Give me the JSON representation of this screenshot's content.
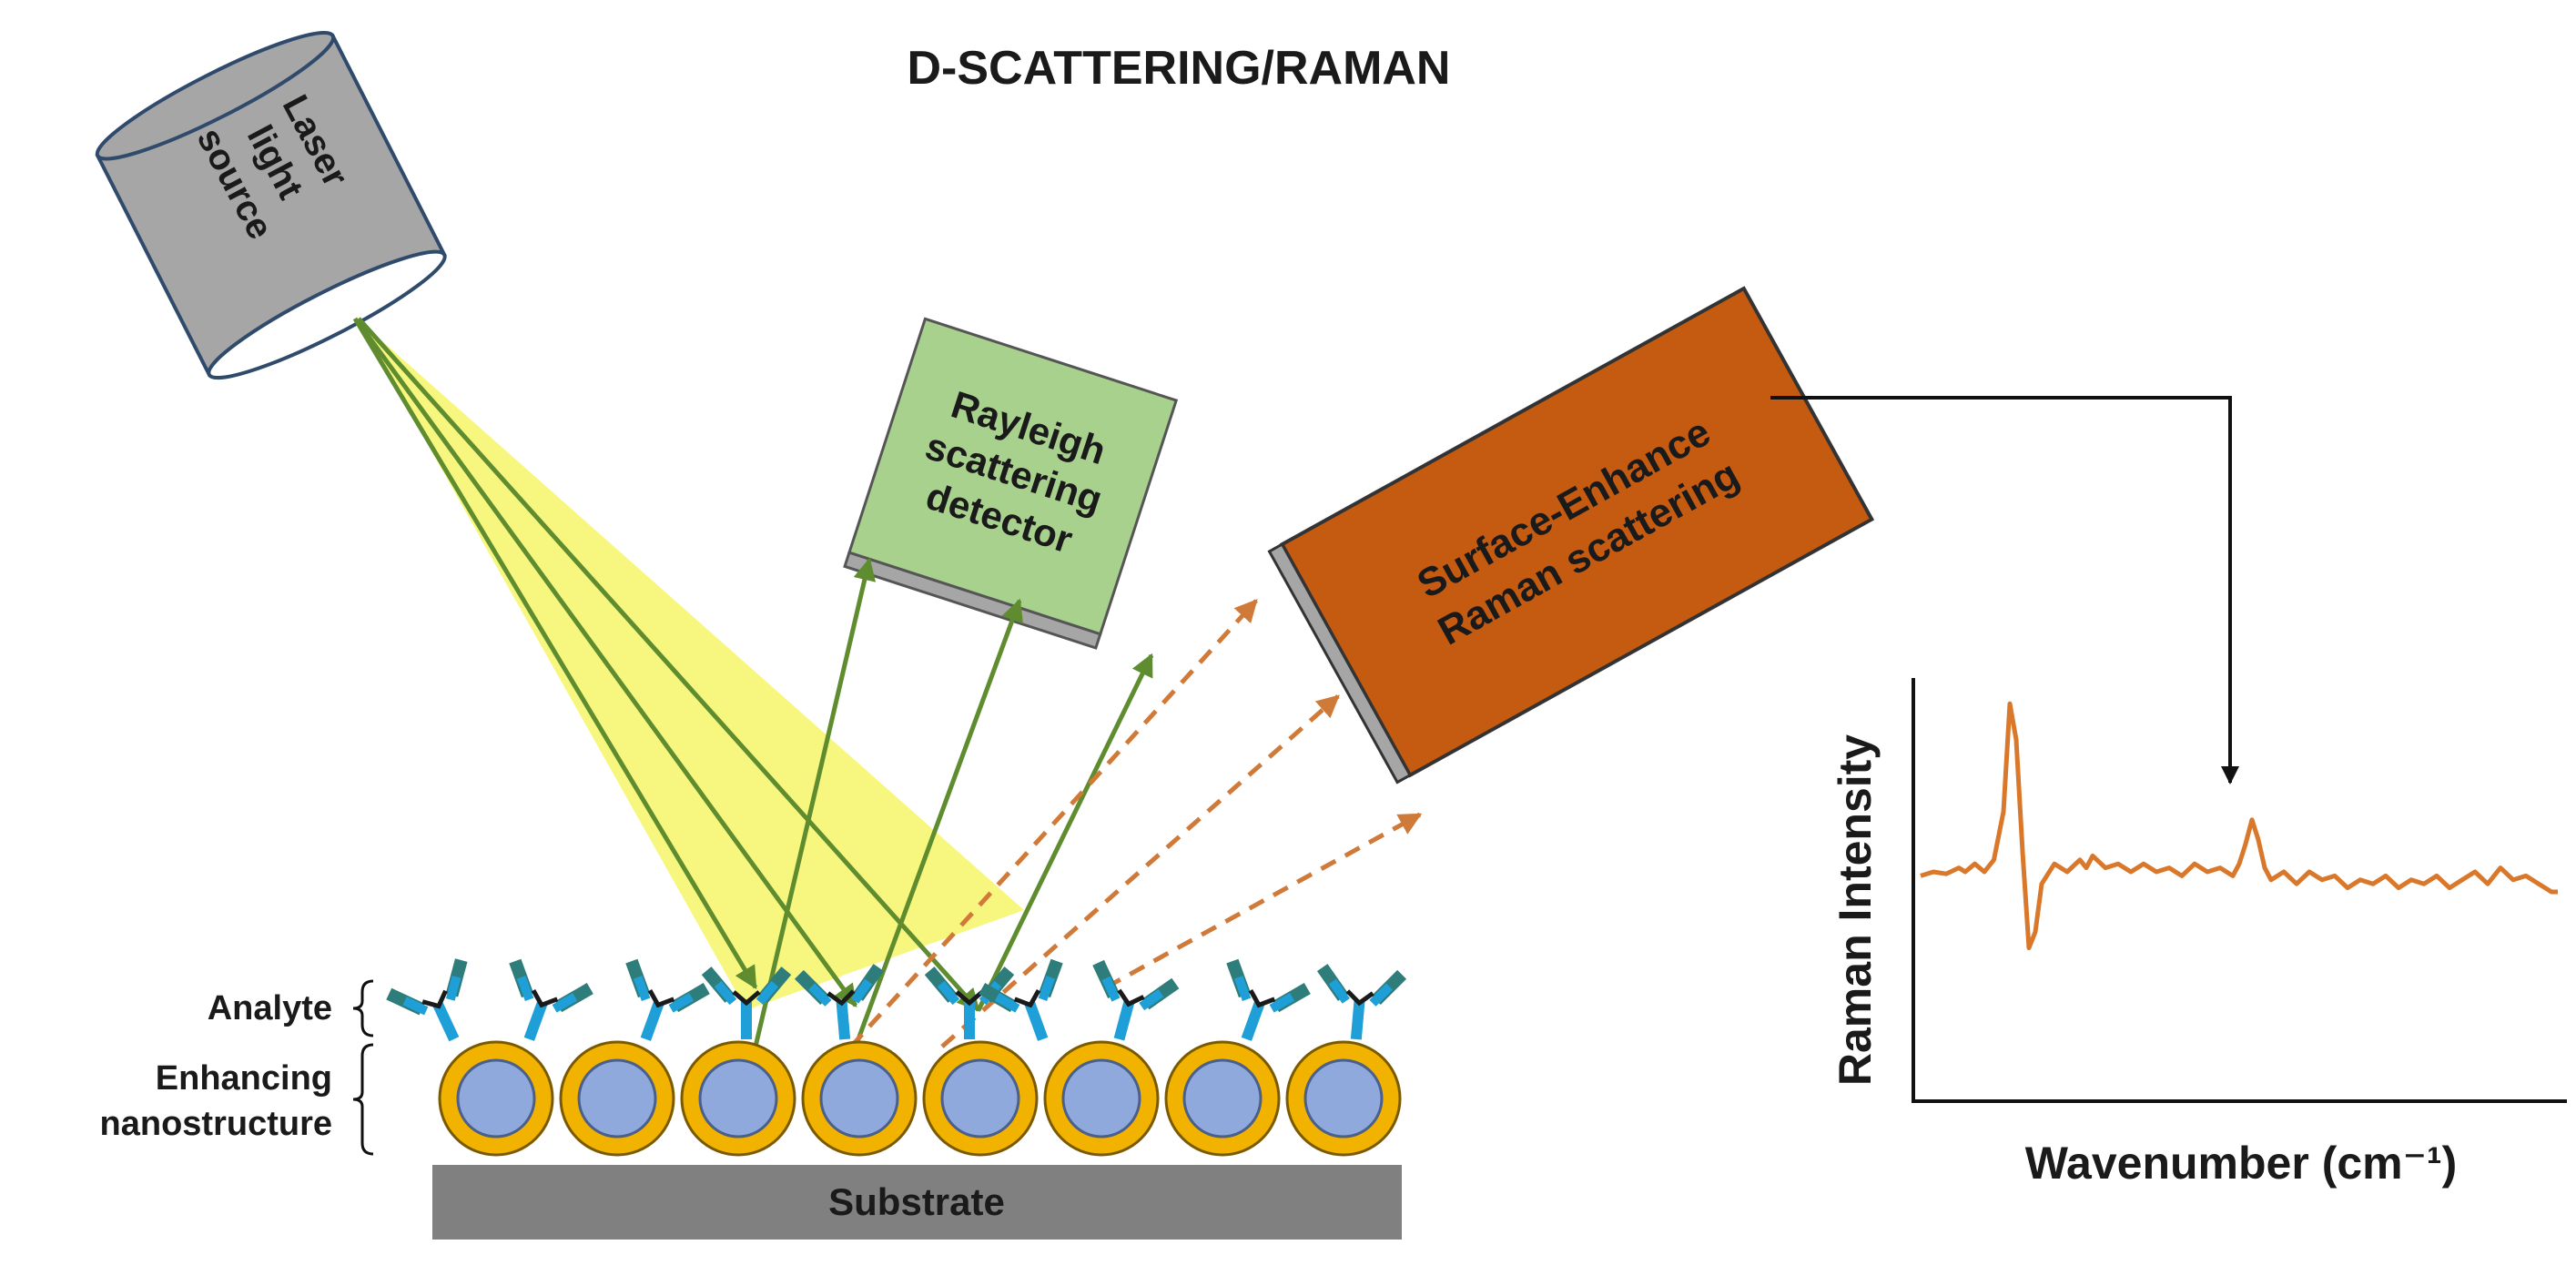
{
  "title": "D-SCATTERING/RAMAN",
  "laser": {
    "line1": "Laser",
    "line2": "light",
    "line3": "source",
    "body_color": "#a6a6a6",
    "beam_color": "#f6f66a"
  },
  "rayleigh": {
    "line1": "Rayleigh",
    "line2": "scattering",
    "line3": "detector",
    "color": "#a9d18e"
  },
  "sers": {
    "line1": "Surface-Enhance",
    "line2": "Raman scattering",
    "color": "#c55a11"
  },
  "labels": {
    "analyte": "Analyte",
    "enhancing_line1": "Enhancing",
    "enhancing_line2": "nanostructure",
    "substrate": "Substrate"
  },
  "nanostructure": {
    "count": 8,
    "shell_color": "#f2b300",
    "core_color": "#8fa9dc"
  },
  "antibody_colors": {
    "fc": "#1f9fd8",
    "fab": "#2e7d7b",
    "hinge": "#1a1a1a"
  },
  "beam_colors": {
    "incident": "#5e8c2e",
    "scattered": "#d07a3a"
  },
  "chart_data": {
    "type": "line",
    "title": "",
    "xlabel": "Wavenumber (cm⁻¹)",
    "ylabel": "Raman Intensity",
    "ylim": [
      0,
      100
    ],
    "xlim": [
      0,
      100
    ],
    "color": "#d9772b",
    "series": [
      {
        "values": [
          [
            0,
            54
          ],
          [
            2,
            55
          ],
          [
            4,
            54.5
          ],
          [
            6,
            56
          ],
          [
            7,
            55
          ],
          [
            8.5,
            57
          ],
          [
            10,
            55
          ],
          [
            11.5,
            58
          ],
          [
            13,
            70
          ],
          [
            14,
            97
          ],
          [
            15,
            88
          ],
          [
            16,
            60
          ],
          [
            17,
            36
          ],
          [
            18,
            40
          ],
          [
            19,
            52
          ],
          [
            21,
            57
          ],
          [
            23,
            55
          ],
          [
            25,
            58
          ],
          [
            26,
            56
          ],
          [
            27,
            59
          ],
          [
            29,
            56
          ],
          [
            31,
            57
          ],
          [
            33,
            55
          ],
          [
            35,
            57
          ],
          [
            37,
            55
          ],
          [
            39,
            56
          ],
          [
            41,
            54
          ],
          [
            43,
            57
          ],
          [
            45,
            55
          ],
          [
            47,
            56
          ],
          [
            49,
            54
          ],
          [
            50,
            57
          ],
          [
            51,
            62
          ],
          [
            52,
            68
          ],
          [
            53,
            63
          ],
          [
            54,
            56
          ],
          [
            55,
            53
          ],
          [
            57,
            55
          ],
          [
            59,
            52
          ],
          [
            61,
            55
          ],
          [
            63,
            53
          ],
          [
            65,
            54
          ],
          [
            67,
            51
          ],
          [
            69,
            53
          ],
          [
            71,
            52
          ],
          [
            73,
            54
          ],
          [
            75,
            51
          ],
          [
            77,
            53
          ],
          [
            79,
            52
          ],
          [
            81,
            54
          ],
          [
            83,
            51
          ],
          [
            85,
            53
          ],
          [
            87,
            55
          ],
          [
            89,
            52
          ],
          [
            91,
            56
          ],
          [
            93,
            53
          ],
          [
            95,
            54
          ],
          [
            97,
            52
          ],
          [
            99,
            50
          ],
          [
            100,
            50
          ]
        ]
      }
    ]
  }
}
